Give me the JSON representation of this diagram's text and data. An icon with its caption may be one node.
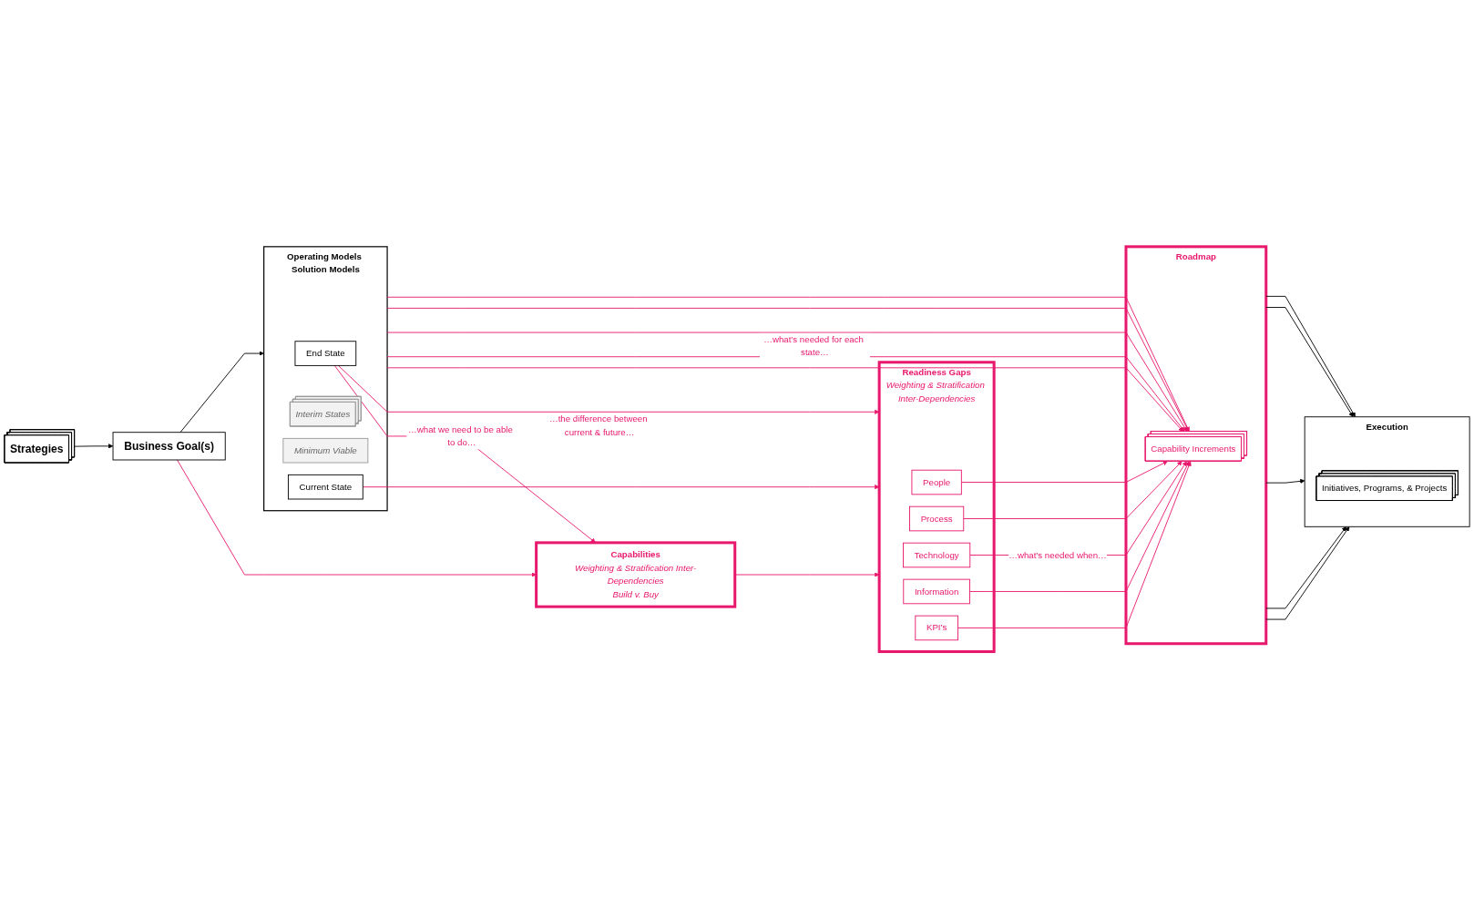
{
  "diagram": {
    "nodes": [
      {
        "text": [
          "Strategies"
        ]
      },
      {
        "text": [
          "Business Goal(s)"
        ]
      },
      {
        "text": [
          "Capabilities",
          "Weighting & Stratification Inter-Dependencies",
          "Build v. Buy"
        ]
      },
      {
        "text": [
          "Operating Models Solution Models"
        ]
      },
      {
        "text": [
          "End State"
        ],
        "in": 3
      },
      {
        "text": [
          "Interim States"
        ],
        "in": 3
      },
      {
        "text": [
          "Minimum Viable"
        ],
        "in": 3
      },
      {
        "text": [
          "Current State"
        ],
        "in": 3
      },
      {
        "text": [
          "Readiness Gaps",
          "Weighting & Stratification Inter-Dependencies"
        ]
      },
      {
        "text": [
          "People"
        ],
        "in": 8
      },
      {
        "text": [
          "Process"
        ],
        "in": 8
      },
      {
        "text": [
          "Technology"
        ],
        "in": 8
      },
      {
        "text": [
          "Information"
        ],
        "in": 8
      },
      {
        "text": [
          "KPI’s"
        ],
        "in": 8
      },
      {
        "text": [
          "Roadmap"
        ]
      },
      {
        "text": [
          "Capability Increments"
        ],
        "in": 14
      },
      {
        "text": [
          "Execution"
        ]
      },
      {
        "text": [
          "Initiatives, Programs, & Projects"
        ],
        "in": 16
      }
    ],
    "edges": [
      {
        "from": 0,
        "to": 1,
        "arrow": "to",
        "color": "#000000"
      },
      {
        "from": 1,
        "to": 2,
        "arrow": "to"
      },
      {
        "from": 1,
        "to": 3,
        "arrow": "to",
        "color": "#000000"
      },
      {
        "from": 4,
        "to": 2,
        "arrow": "to",
        "label": "…what we need to be able to do…"
      },
      {
        "from": 2,
        "to": 8,
        "arrow": "to"
      },
      {
        "from": 4,
        "to": 8,
        "arrow": "to",
        "label": "…the difference between current & future…"
      },
      {
        "from": 7,
        "to": 8,
        "arrow": "to"
      },
      {
        "from": 3,
        "to": 15,
        "arrow": "to"
      },
      {
        "from": 3,
        "to": 15,
        "arrow": "to"
      },
      {
        "from": 3,
        "to": 15,
        "arrow": "to",
        "label": "…what’s needed for each state…"
      },
      {
        "from": 3,
        "to": 15,
        "arrow": "to"
      },
      {
        "from": 3,
        "to": 15,
        "arrow": "to"
      },
      {
        "from": 9,
        "to": 15,
        "arrow": "to"
      },
      {
        "from": 10,
        "to": 15,
        "arrow": "to"
      },
      {
        "from": 11,
        "to": 15,
        "arrow": "to",
        "label": "…what’s needed when…"
      },
      {
        "from": 12,
        "to": 15,
        "arrow": "to"
      },
      {
        "from": 13,
        "to": 15,
        "arrow": "to"
      },
      {
        "from": 14,
        "to": 16,
        "arrow": "to",
        "color": "#000000"
      },
      {
        "from": 14,
        "to": 16,
        "arrow": "to",
        "color": "#000000"
      },
      {
        "from": 14,
        "to": 16,
        "arrow": "to",
        "color": "#000000"
      },
      {
        "from": 14,
        "to": 16,
        "arrow": "to",
        "color": "#000000"
      },
      {
        "from": 14,
        "to": 16,
        "arrow": "to",
        "color": "#000000"
      }
    ]
  }
}
